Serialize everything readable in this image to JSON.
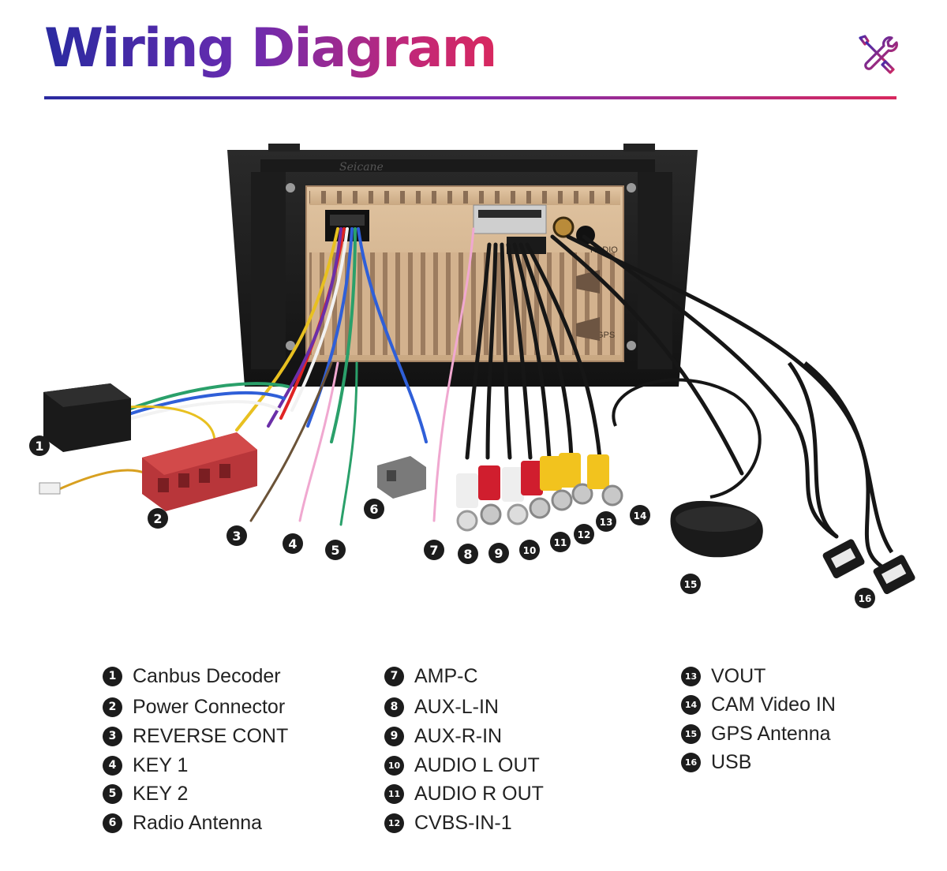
{
  "header": {
    "title": "Wiring Diagram",
    "icon": "tools-icon"
  },
  "device": {
    "brand_mark": "Seicane",
    "port_labels": [
      "RADIO",
      "GPS"
    ]
  },
  "callouts": [
    "1",
    "2",
    "3",
    "4",
    "5",
    "6",
    "7",
    "8",
    "9",
    "10",
    "11",
    "12",
    "13",
    "14",
    "15",
    "16"
  ],
  "legend": {
    "columns": [
      [
        {
          "num": "1",
          "label": "Canbus Decoder"
        },
        {
          "num": "2",
          "label": "Power Connector"
        },
        {
          "num": "3",
          "label": "REVERSE CONT"
        },
        {
          "num": "4",
          "label": "KEY 1"
        },
        {
          "num": "5",
          "label": "KEY 2"
        },
        {
          "num": "6",
          "label": "Radio Antenna"
        }
      ],
      [
        {
          "num": "7",
          "label": "AMP-C"
        },
        {
          "num": "8",
          "label": "AUX-L-IN"
        },
        {
          "num": "9",
          "label": "AUX-R-IN"
        },
        {
          "num": "10",
          "label": "AUDIO L OUT"
        },
        {
          "num": "11",
          "label": "AUDIO R OUT"
        },
        {
          "num": "12",
          "label": "CVBS-IN-1"
        }
      ],
      [
        {
          "num": "13",
          "label": "VOUT"
        },
        {
          "num": "14",
          "label": "CAM Video IN"
        },
        {
          "num": "15",
          "label": "GPS Antenna"
        },
        {
          "num": "16",
          "label": "USB"
        }
      ]
    ]
  }
}
